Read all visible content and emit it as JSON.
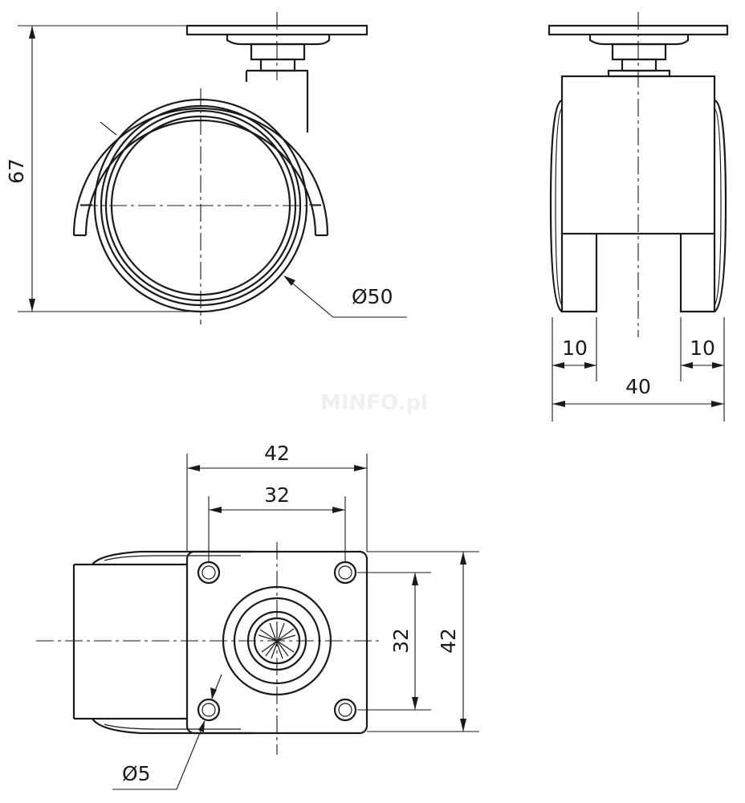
{
  "dimensions": {
    "total_height": "67",
    "wheel_diameter": "Ø50",
    "wheel_width_left": "10",
    "wheel_width_right": "10",
    "overall_width": "40",
    "plate_width": "42",
    "hole_spacing_x": "32",
    "hole_spacing_y": "32",
    "plate_length": "42",
    "hole_diameter": "Ø5"
  },
  "watermark": "MINFO.pl"
}
